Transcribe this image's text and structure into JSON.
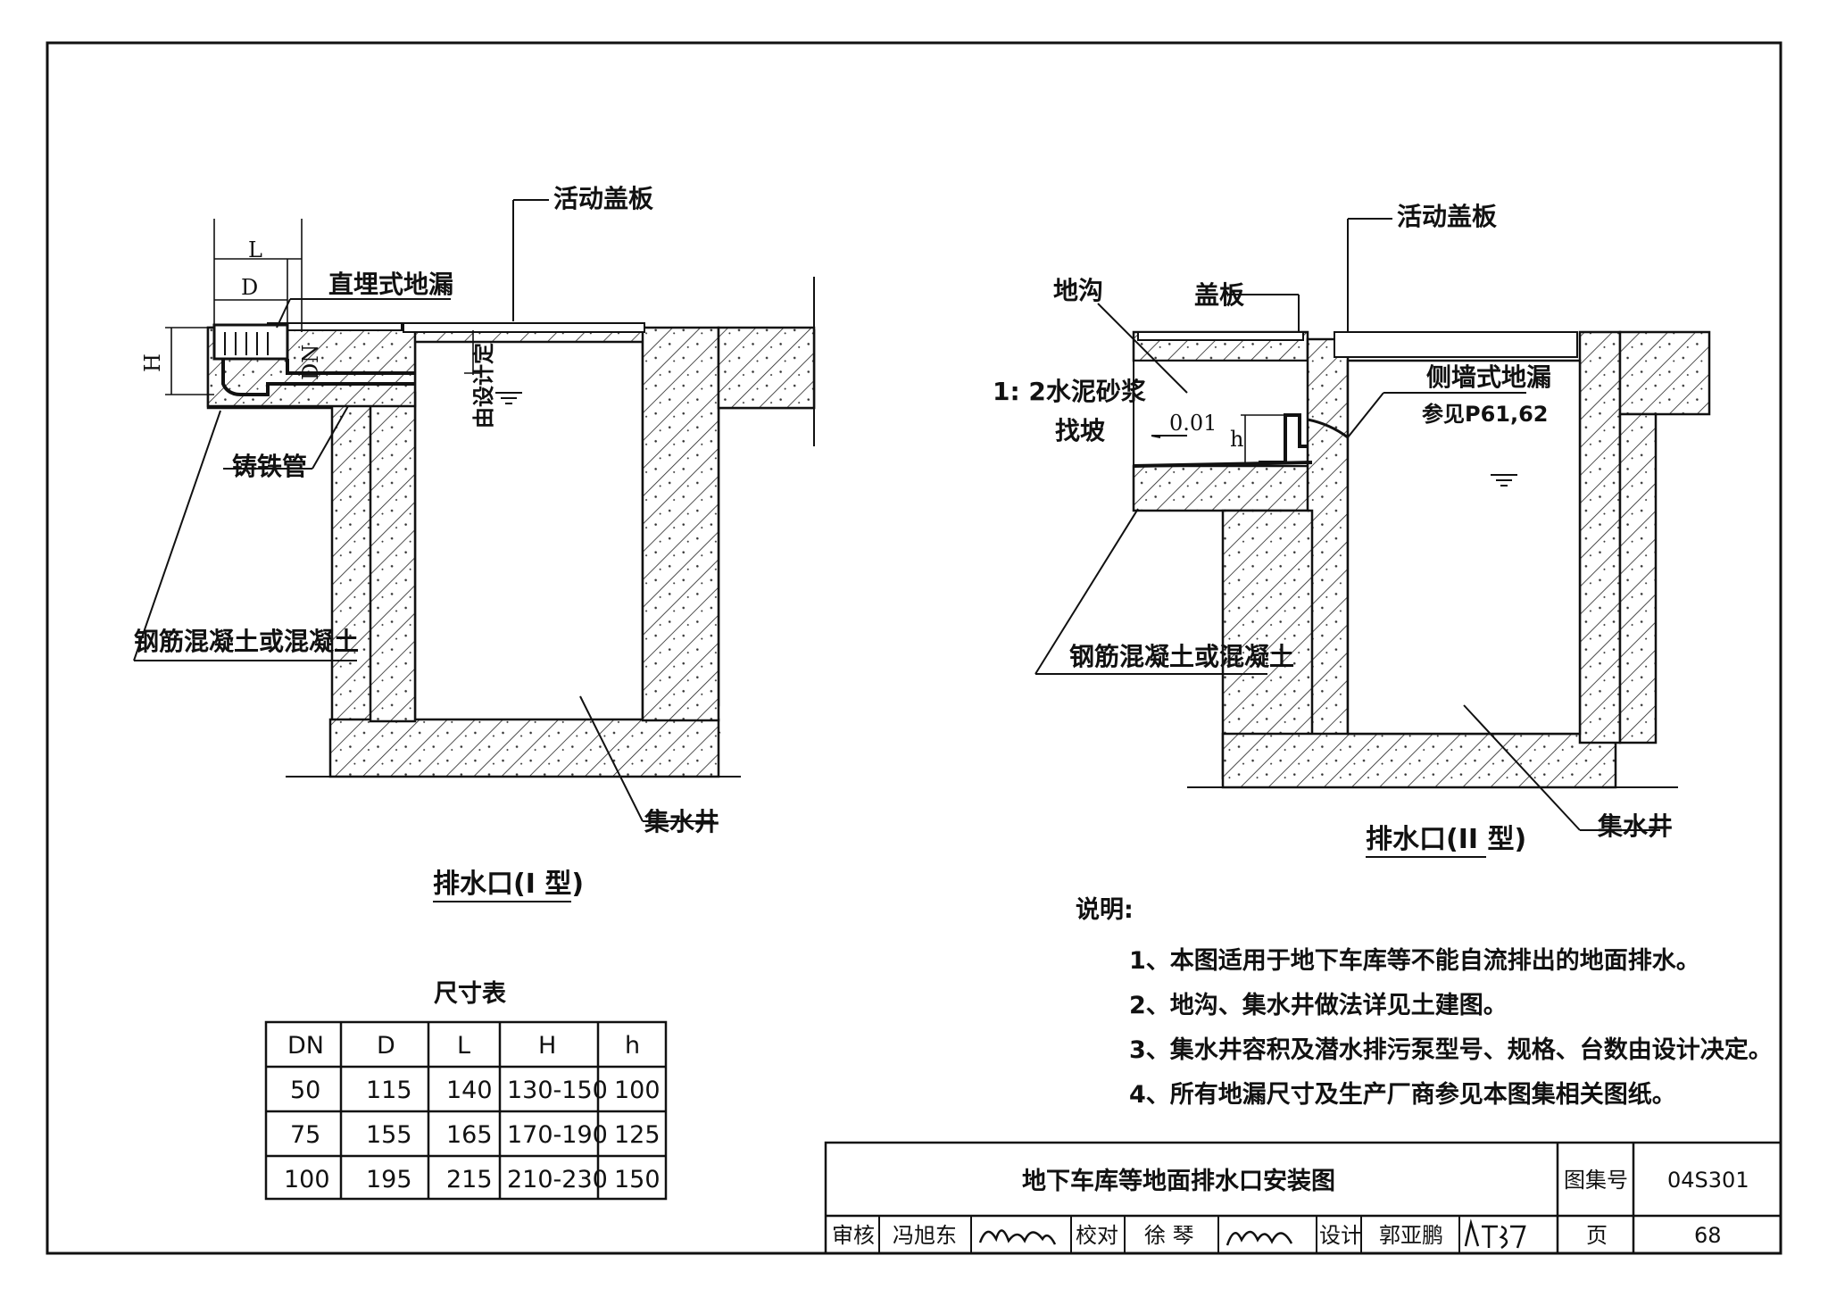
{
  "left_drawing": {
    "cover_label": "活动盖板",
    "drain_label": "直埋式地漏",
    "dim_L": "L",
    "dim_D": "D",
    "dim_H": "H",
    "dim_DN": "DN",
    "design_label": "由设计定",
    "pipe_label": "铸铁管",
    "concrete_label": "钢筋混凝土或混凝土",
    "sump_label": "集水井",
    "caption": "排水口(I 型)"
  },
  "right_drawing": {
    "cover_label": "活动盖板",
    "trench_label": "地沟",
    "plate_label": "盖板",
    "mortar_label_1": "1: 2水泥砂浆",
    "mortar_label_2": "找坡",
    "slope": "0.01",
    "dim_h": "h",
    "side_drain_label": "侧墙式地漏",
    "ref_label": "参见P61,62",
    "concrete_label": "钢筋混凝土或混凝土",
    "sump_label": "集水井",
    "caption": "排水口(II 型)"
  },
  "notes": {
    "heading": "说明:",
    "items": [
      "1、本图适用于地下车库等不能自流排出的地面排水。",
      "2、地沟、集水井做法详见土建图。",
      "3、集水井容积及潜水排污泵型号、规格、台数由设计决定。",
      "4、所有地漏尺寸及生产厂商参见本图集相关图纸。"
    ]
  },
  "dimension_table": {
    "title": "尺寸表",
    "headers": [
      "DN",
      "D",
      "L",
      "H",
      "h"
    ],
    "rows": [
      [
        "50",
        "115",
        "140",
        "130-150",
        "100"
      ],
      [
        "75",
        "155",
        "165",
        "170-190",
        "125"
      ],
      [
        "100",
        "195",
        "215",
        "210-230",
        "150"
      ]
    ]
  },
  "title_block": {
    "title": "地下车库等地面排水口安装图",
    "atlas_label": "图集号",
    "atlas_no": "04S301",
    "review_label": "审核",
    "reviewer": "冯旭东",
    "check_label": "校对",
    "checker": "徐 琴",
    "design_label": "设计",
    "designer": "郭亚鹏",
    "page_label": "页",
    "page_no": "68"
  }
}
